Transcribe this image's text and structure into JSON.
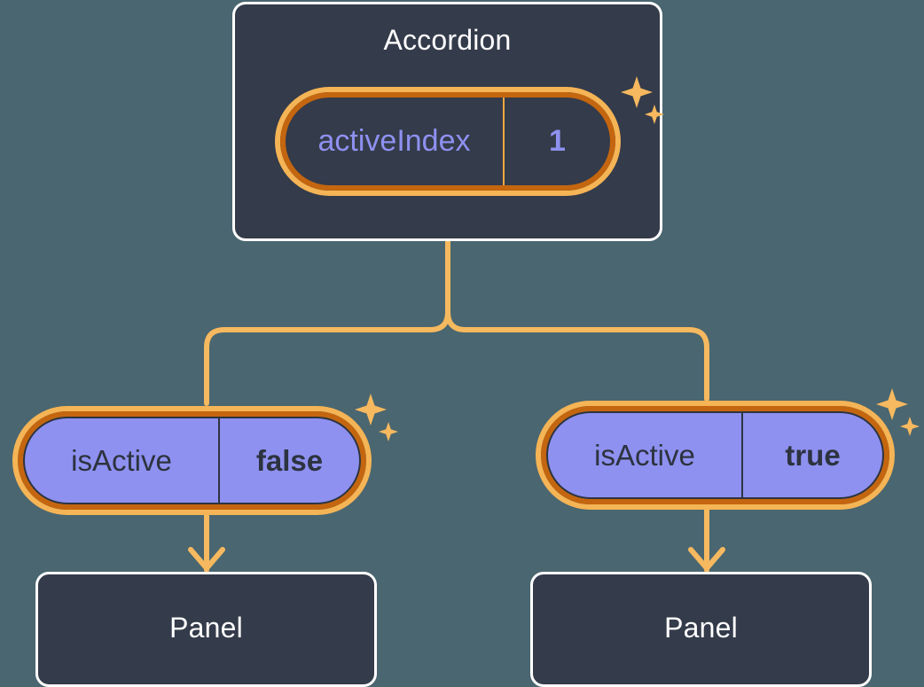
{
  "diagram": {
    "type": "component-tree",
    "background_color": "#4a6670",
    "accent_color": "#f0a93e",
    "ring_outer_color": "#c4660f",
    "ring_inner_color": "#f5b455",
    "node_fill_color": "#343b4a",
    "state_fill_color": "#8e91f0",
    "node_border_color": "#ffffff"
  },
  "root": {
    "title": "Accordion",
    "state": {
      "key": "activeIndex",
      "value": "1"
    }
  },
  "children": [
    {
      "state": {
        "key": "isActive",
        "value": "false"
      },
      "panel": {
        "title": "Panel"
      }
    },
    {
      "state": {
        "key": "isActive",
        "value": "true"
      },
      "panel": {
        "title": "Panel"
      }
    }
  ],
  "icons": {
    "sparkle": "sparkle-icon"
  }
}
